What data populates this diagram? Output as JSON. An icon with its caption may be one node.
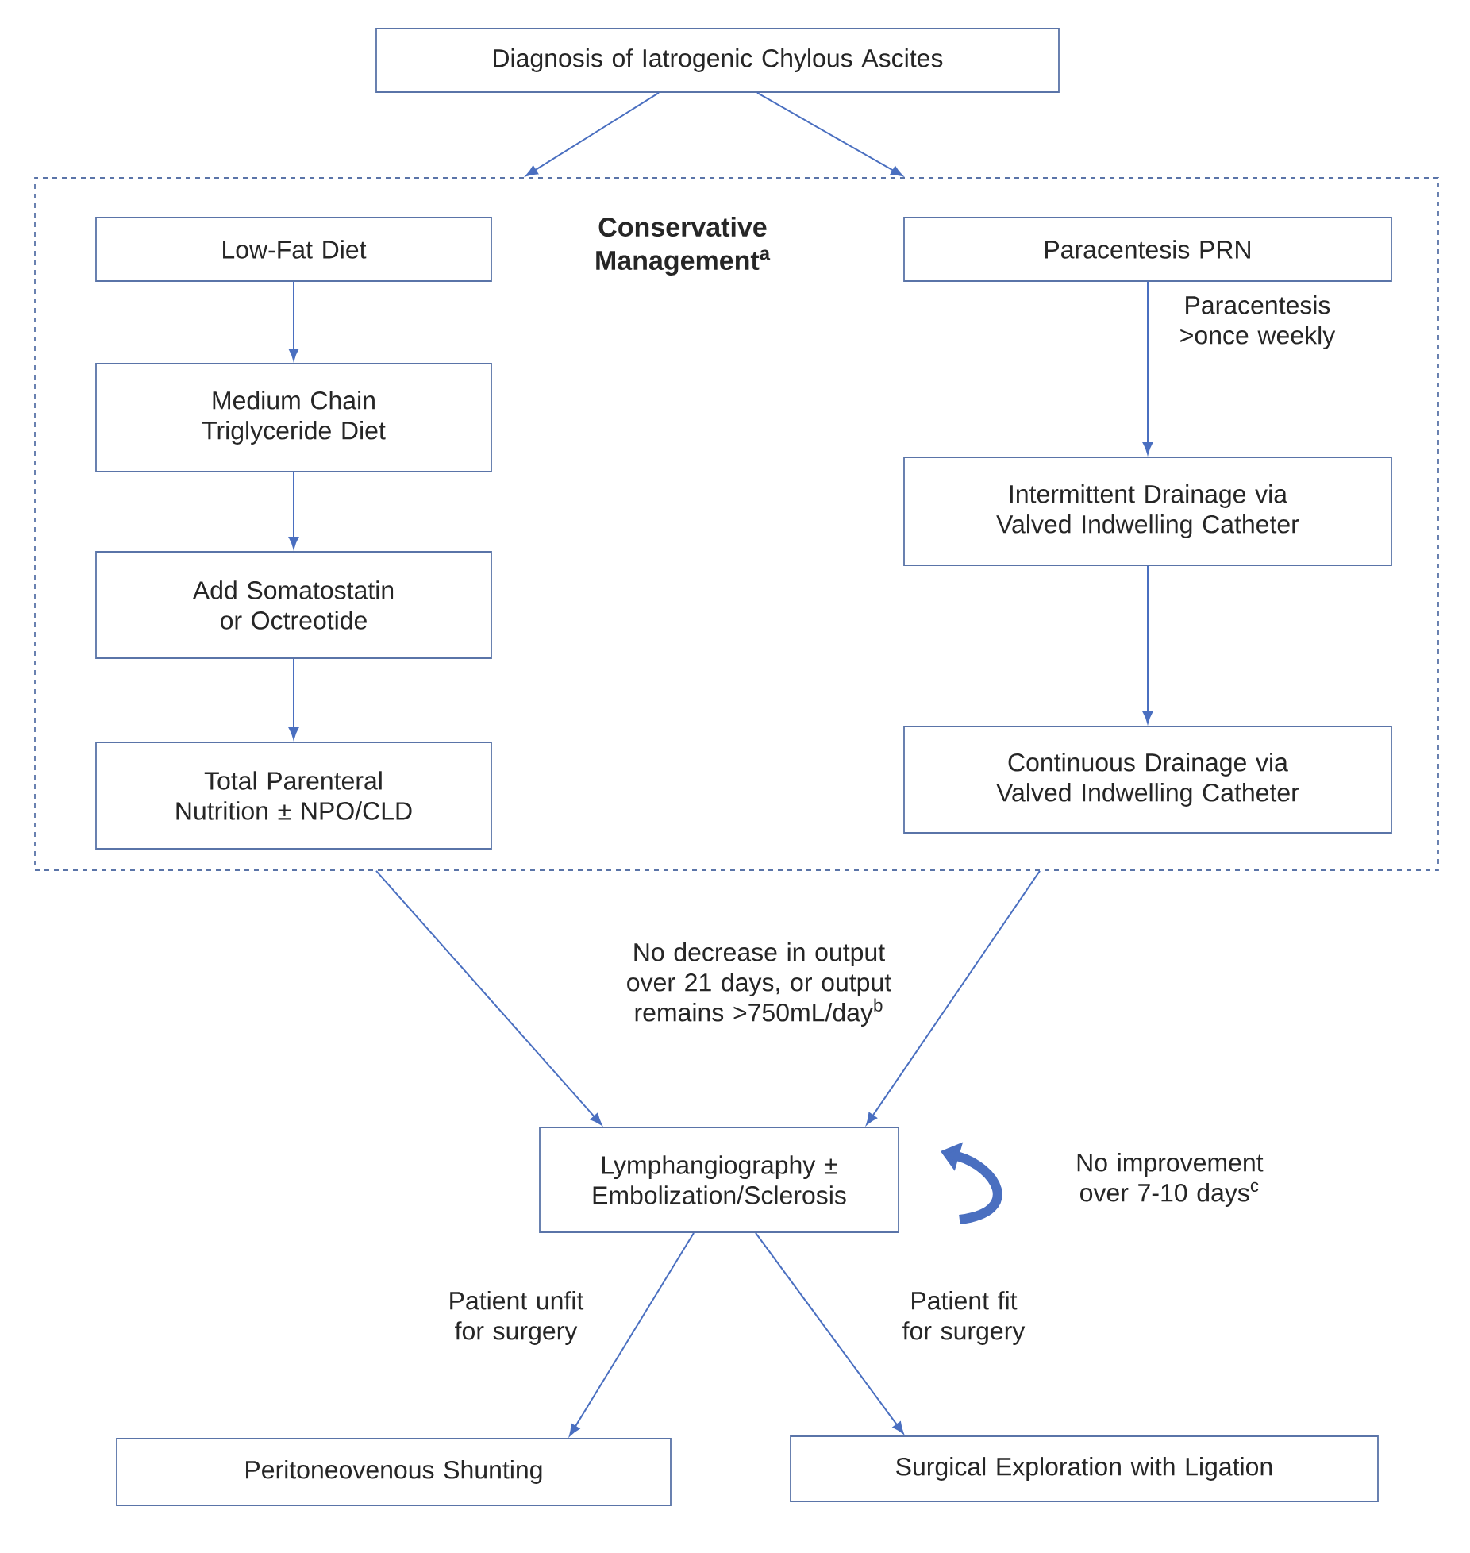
{
  "diagram": {
    "nodes": [
      {
        "text": [
          "Diagnosis of Iatrogenic Chylous Ascites"
        ]
      },
      {
        "text": [
          "Conservative Management$^{a}$"
        ]
      },
      {
        "text": [
          "Low-Fat Diet"
        ],
        "in": 1
      },
      {
        "text": [
          "Medium Chain Triglyceride Diet"
        ],
        "in": 1
      },
      {
        "text": [
          "Add Somatostatin or Octreotide"
        ],
        "in": 1
      },
      {
        "text": [
          "Total Parenteral Nutrition ± NPO/CLD"
        ],
        "in": 1
      },
      {
        "text": [
          "Paracentesis PRN"
        ],
        "in": 1
      },
      {
        "text": [
          "Intermittent Drainage via Valved Indwelling Catheter"
        ],
        "in": 1
      },
      {
        "text": [
          "Continuous Drainage via Valved Indwelling Catheter"
        ],
        "in": 1
      },
      {
        "text": [
          "Lymphangiography ± Embolization/Sclerosis"
        ]
      },
      {
        "text": [
          "Peritoneovenous Shunting"
        ]
      },
      {
        "text": [
          "Surgical Exploration with Ligation"
        ]
      }
    ],
    "edges": [
      {
        "from": 0,
        "to": 1,
        "arrow": "to"
      },
      {
        "from": 0,
        "to": 1,
        "arrow": "to"
      },
      {
        "from": 2,
        "to": 3,
        "arrow": "to"
      },
      {
        "from": 3,
        "to": 4,
        "arrow": "to"
      },
      {
        "from": 4,
        "to": 5,
        "arrow": "to"
      },
      {
        "from": 6,
        "to": 7,
        "arrow": "to",
        "label": "Paracentesis >once weekly"
      },
      {
        "from": 7,
        "to": 8,
        "arrow": "to"
      },
      {
        "from": 1,
        "to": 9,
        "arrow": "to"
      },
      {
        "from": 1,
        "to": 9,
        "arrow": "to"
      },
      {
        "from": 9,
        "to": 9,
        "arrow": "to",
        "style": "thick",
        "label": "No improvement over 7-10 days$^{c}$"
      },
      {
        "from": 9,
        "to": 10,
        "arrow": "to",
        "label": "Patient unfit for surgery"
      },
      {
        "from": 9,
        "to": 11,
        "arrow": "to",
        "label": "Patient fit for surgery"
      }
    ],
    "labels": [
      "No decrease in output over 21 days, or output remains >750mL/day$^{b}$"
    ]
  }
}
